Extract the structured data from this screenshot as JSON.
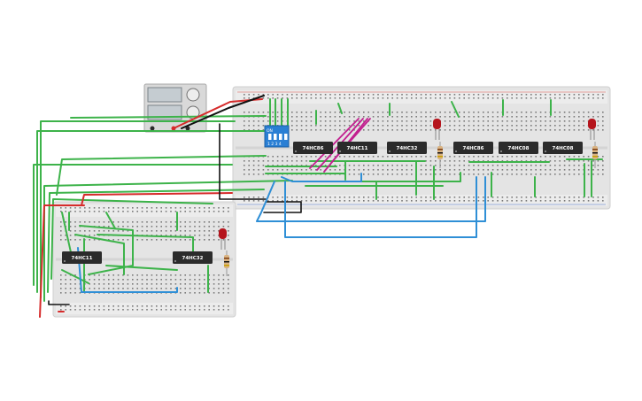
{
  "chips_main": [
    "74HC86",
    "74HC11",
    "74HC32",
    "74HC86",
    "74HC08",
    "74HC08"
  ],
  "chips_small": [
    "74HC11",
    "74HC32"
  ],
  "dip_switch": {
    "on_label": "ON",
    "numbers": "1 2 3 4"
  },
  "colors": {
    "green_wire": "#3db34a",
    "red_wire": "#d62b2b",
    "blue_wire": "#2f8fd6",
    "magenta_wire": "#c21f8f",
    "black_wire": "#111111",
    "chip_body": "#2b2b2b",
    "breadboard": "#e4e4e4",
    "led_red": "#b5141c",
    "dip_blue": "#2a7fd4"
  }
}
